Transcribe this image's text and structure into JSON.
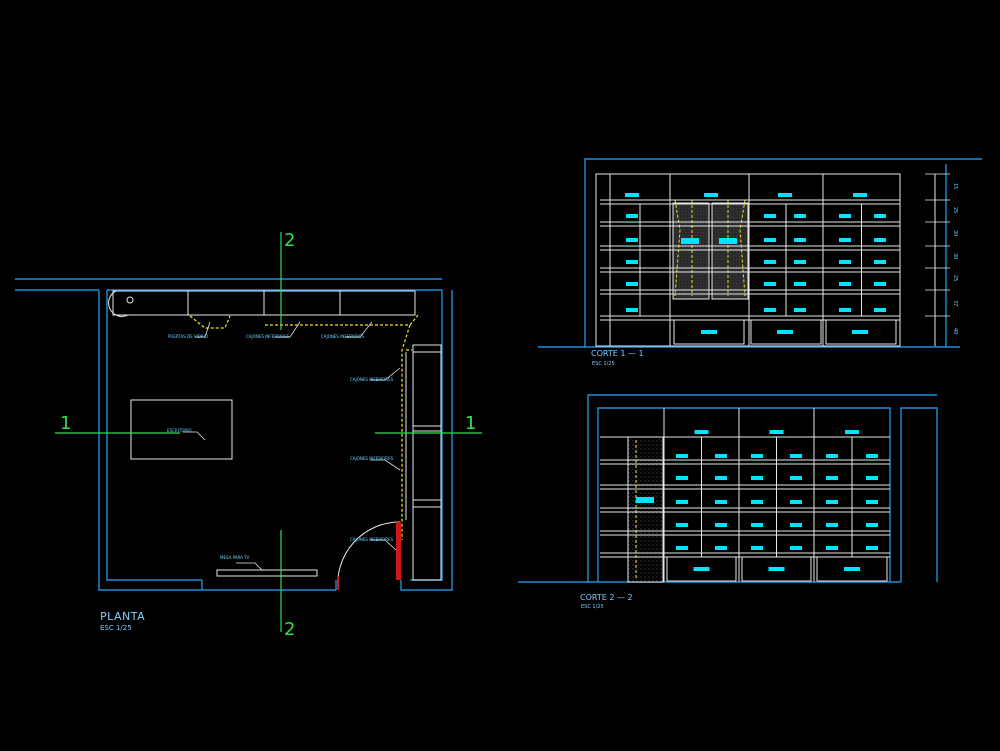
{
  "drawing": {
    "colors": {
      "background": "#000000",
      "walls": "#1e90d8",
      "furniture": "#e8e8e8",
      "cut_lines": "#2fe04a",
      "hidden_lines": "#f0e020",
      "text": "#7ecfff",
      "cyan_fill": "#00e5ff",
      "door_jamb": "#d01818"
    },
    "plan": {
      "title": "PLANTA",
      "scale": "ESC 1/25",
      "axis_marks": {
        "top": "2",
        "bottom": "2",
        "left": "1",
        "right": "1"
      },
      "notes": {
        "puertas": "PUERTAS DE VIDRIO",
        "cajones_a": "CAJONES INFERIORES",
        "cajones_b": "CAJONES INFERIORES",
        "cajones_c": "CAJONES INFERIORES",
        "cajones_d": "CAJONES INFERIORES",
        "cajones_e": "CAJONES INFERIORES",
        "escritorio": "ESCRITORIO",
        "mesa_tv": "MESA PARA TV"
      }
    },
    "section_1": {
      "title": "CORTE   1  —  1",
      "scale": "ESC 1/25",
      "dimensions": [
        "15",
        "25",
        "30",
        "30",
        "25",
        "37",
        "40"
      ]
    },
    "section_2": {
      "title": "CORTE   2  —  2",
      "scale": "ESC 1/25"
    }
  }
}
